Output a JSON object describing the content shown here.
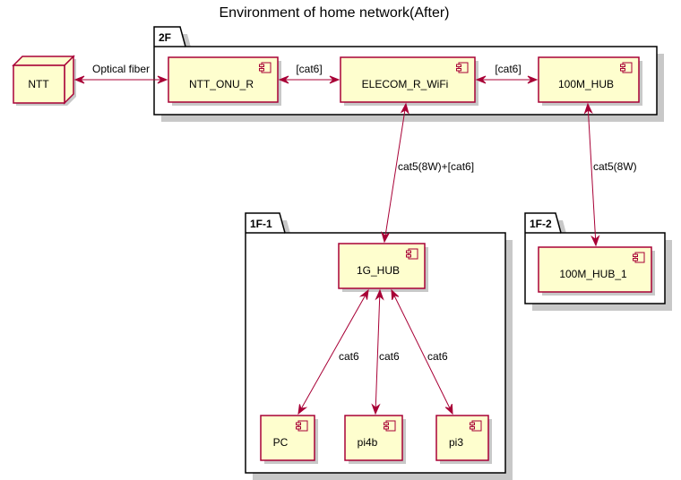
{
  "title": "Environment of home network(After)",
  "packages": {
    "p2f": "2F",
    "p1f1": "1F-1",
    "p1f2": "1F-2"
  },
  "nodes": {
    "ntt": "NTT",
    "ntt_onu_r": "NTT_ONU_R",
    "elecom": "ELECOM_R_WiFi",
    "hub100m": "100M_HUB",
    "hub1g": "1G_HUB",
    "hub100m_1": "100M_HUB_1",
    "pc": "PC",
    "pi4b": "pi4b",
    "pi3": "pi3"
  },
  "edges": {
    "ntt_onu": "Optical fiber",
    "onu_elecom": "[cat6]",
    "elecom_hub100m": "[cat6]",
    "elecom_hub1g": "cat5(8W)+[cat6]",
    "hub100m_hub100m1": "cat5(8W)",
    "hub1g_pc": "cat6",
    "hub1g_pi4b": "cat6",
    "hub1g_pi3": "cat6"
  },
  "colors": {
    "component_fill": "#FEFECE",
    "component_border": "#A80036",
    "edge": "#A80036",
    "package_border": "#000000"
  }
}
